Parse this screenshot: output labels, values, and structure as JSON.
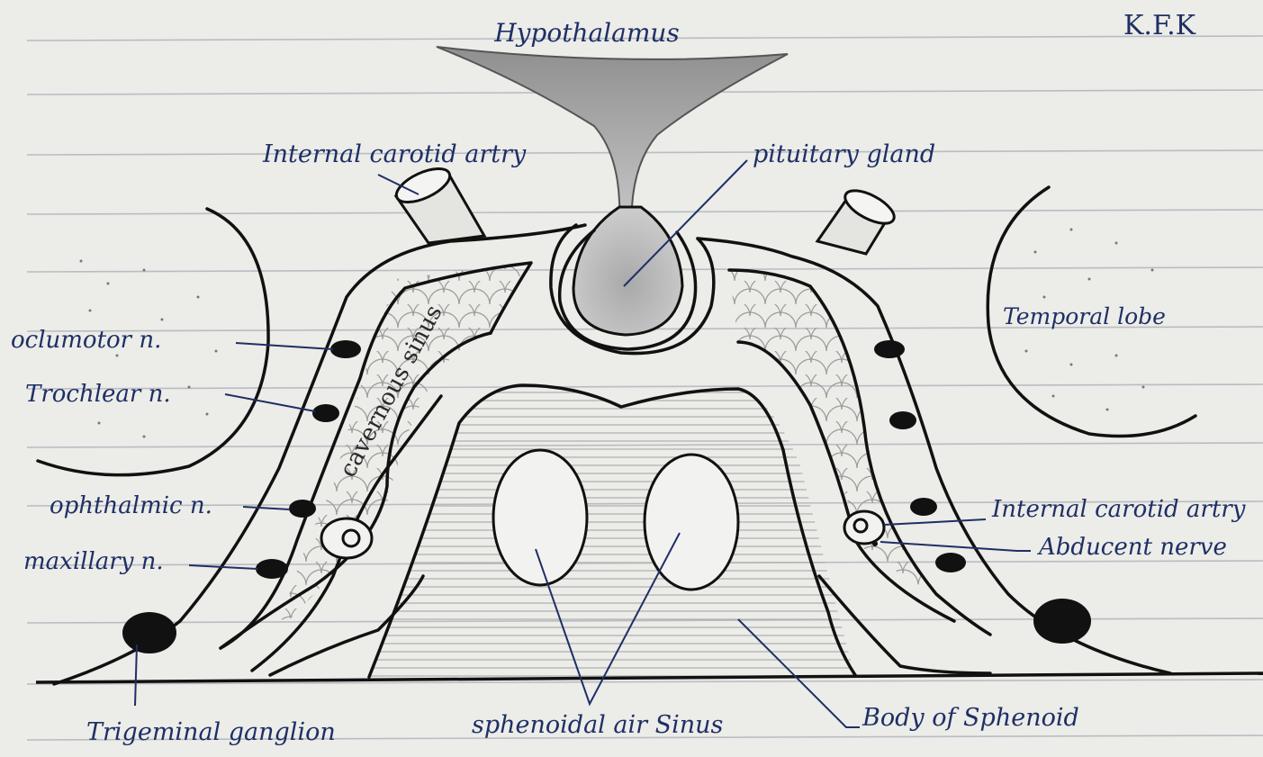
{
  "diagram": {
    "labels": {
      "hypothalamus": "Hypothalamus",
      "initials": "K.F.K",
      "internal_carotid_left": "Internal carotid artry",
      "pituitary_gland": "pituitary gland",
      "temporal_lobe": "Temporal lobe",
      "oculomotor": "oclumotor n.",
      "trochlear": "Trochlear n.",
      "ophthalmic": "ophthalmic n.",
      "maxillary": "maxillary n.",
      "cavernous_sinus": "cavernous sinus",
      "internal_carotid_right": "Internal carotid artry",
      "abducent_nerve": "Abducent nerve",
      "trigeminal_ganglion": "Trigeminal ganglion",
      "sphenoidal_air_sinus": "sphenoidal air Sinus",
      "body_of_sphenoid": "Body of Sphenoid"
    },
    "colors": {
      "paper": "#ecece8",
      "ink": "#111111",
      "label_ink": "#1e2f66",
      "rule_line": "#b9bcc2",
      "shading": "#9a9a9a"
    }
  }
}
